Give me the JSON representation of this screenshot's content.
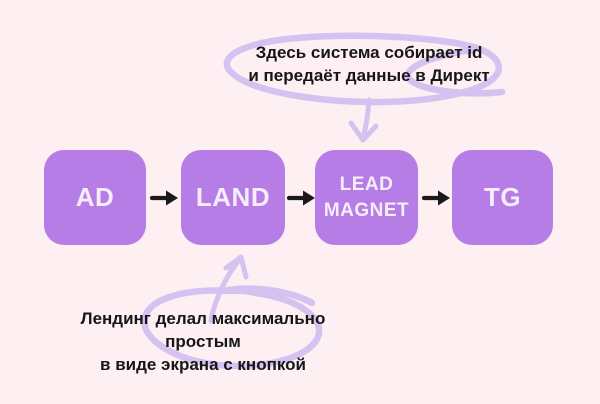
{
  "flow": {
    "nodes": [
      {
        "id": "ad",
        "label": "AD"
      },
      {
        "id": "land",
        "label": "LAND"
      },
      {
        "id": "lead-magnet",
        "label": "LEAD\nMAGNET"
      },
      {
        "id": "tg",
        "label": "TG"
      }
    ]
  },
  "annotations": {
    "top": {
      "line1": "Здесь система собирает id",
      "line2": "и передаёт данные в Директ",
      "target": "lead-magnet"
    },
    "bottom": {
      "line1": "Лендинг делал максимально простым",
      "line2": "в виде экрана с кнопкой",
      "target": "land"
    }
  },
  "colors": {
    "background": "#FDEFF2",
    "node_fill": "#B67DE6",
    "node_label": "#F6EDFB",
    "flow_arrow": "#1A1A1A",
    "annotation_ink": "#D5C2F1",
    "annotation_text": "#161616"
  }
}
